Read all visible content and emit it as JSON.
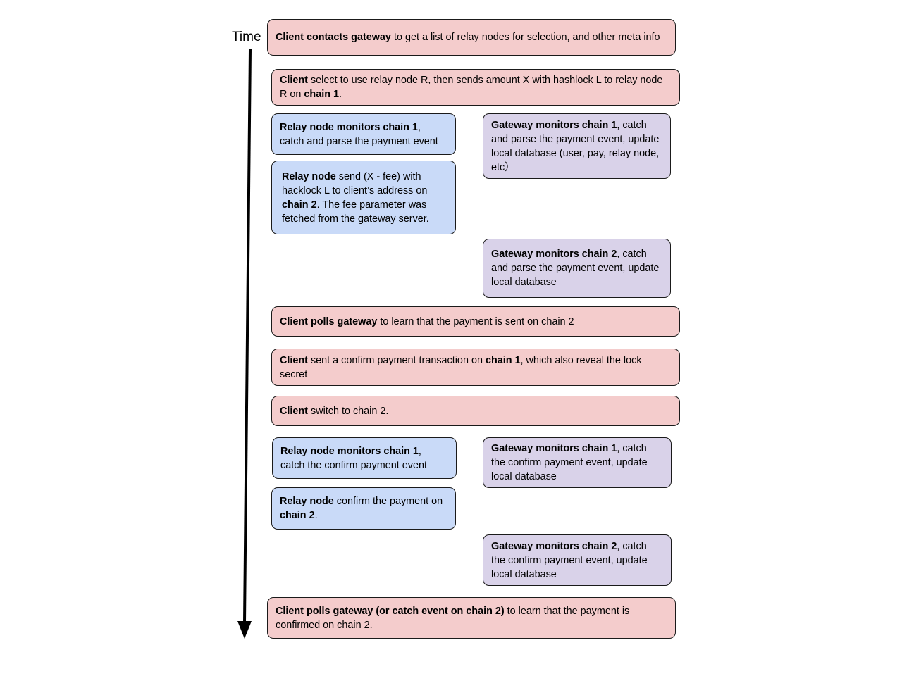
{
  "time_label": "Time",
  "colors": {
    "client": "#f4cccc",
    "relay": "#c9daf8",
    "gateway": "#d9d2e9",
    "border": "#1a1a1a",
    "arrow": "#000000"
  },
  "steps": {
    "s1": {
      "b1": "Client contacts gateway",
      "t1": " to get a list of relay nodes for selection, and other meta info"
    },
    "s2": {
      "b1": "Client",
      "t1": " select to use relay node R, then sends amount X with hashlock L to relay node R on ",
      "b2": "chain 1",
      "t2": "."
    },
    "s3": {
      "b1": "Relay node monitors chain 1",
      "t1": ", catch and parse the payment event"
    },
    "s4": {
      "b1": "Gateway monitors chain 1",
      "t1": ", catch and parse the payment event, update local database (user, pay, relay node, etc）"
    },
    "s5": {
      "b1": "Relay node",
      "t1": " send (X - fee) with hacklock L to client’s address on ",
      "b2": "chain 2",
      "t2": ". The fee parameter was fetched from the gateway server."
    },
    "s6": {
      "b1": "Gateway monitors chain 2",
      "t1": ", catch and parse the payment event, update local database"
    },
    "s7": {
      "b1": "Client polls gateway",
      "t1": " to learn that the payment is sent on chain 2"
    },
    "s8": {
      "b1": "Client",
      "t1": " sent a confirm payment transaction on ",
      "b2": "chain 1",
      "t2": ", which also reveal the lock secret"
    },
    "s9": {
      "b1": "Client",
      "t1": " switch to chain 2."
    },
    "s10": {
      "b1": "Relay node monitors chain 1",
      "t1": ", catch the confirm payment event"
    },
    "s11": {
      "b1": "Gateway monitors chain 1",
      "t1": ", catch the confirm payment event, update local database"
    },
    "s12": {
      "b1": "Relay node",
      "t1": " confirm the payment on ",
      "b2": "chain 2",
      "t2": "."
    },
    "s13": {
      "b1": "Gateway monitors chain 2",
      "t1": ", catch the confirm payment event, update local database"
    },
    "s14": {
      "b1": "Client polls gateway (or catch event on chain 2)",
      "t1": " to learn that the payment is confirmed on chain 2."
    }
  }
}
